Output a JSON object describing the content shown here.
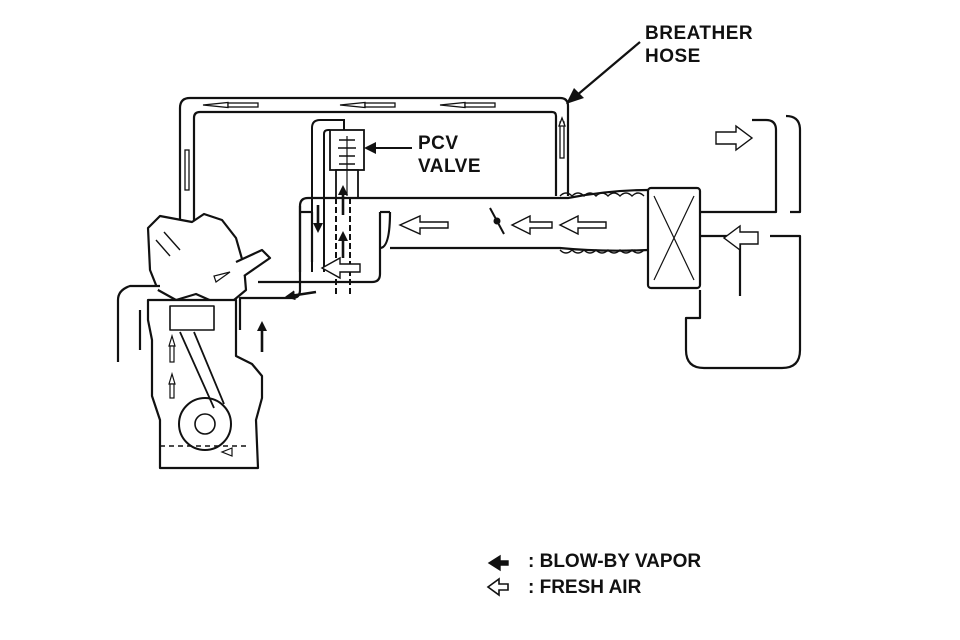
{
  "labels": {
    "breather_line1": "BREATHER",
    "breather_line2": "HOSE",
    "pcv_line1": "PCV",
    "pcv_line2": "VALVE"
  },
  "legend": [
    {
      "text": ": BLOW-BY VAPOR",
      "arrow": "solid-left-arrow-icon"
    },
    {
      "text": ": FRESH AIR",
      "arrow": "hollow-left-arrow-icon"
    }
  ],
  "colors": {
    "ink": "#111111",
    "background": "#ffffff"
  }
}
